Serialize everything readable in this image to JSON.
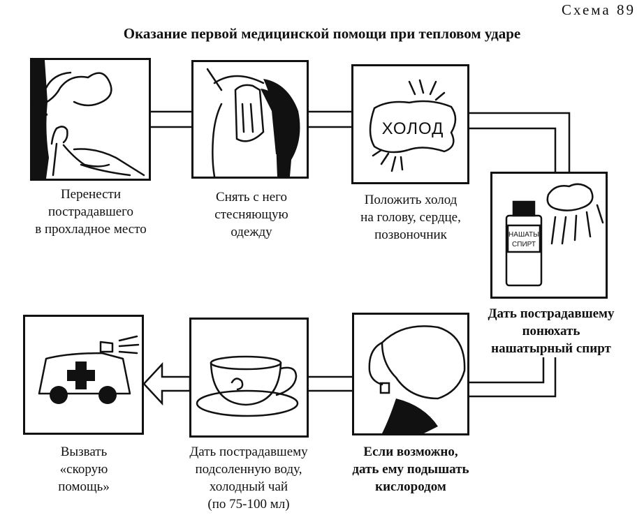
{
  "scheme_number": "Схема 89",
  "title": "Оказание первой медицинской помощи при тепловом ударе",
  "steps": [
    {
      "icon": "person-resting-under-tree-icon",
      "caption": "Перенести\nпострадавшего\nв прохладное место"
    },
    {
      "icon": "removing-clothes-icon",
      "caption": "Снять с него\nстесняющую\nодежду"
    },
    {
      "icon": "cold-pack-icon",
      "label": "ХОЛОД",
      "caption": "Положить холод\nна голову, сердце,\nпозвоночник"
    },
    {
      "icon": "ammonia-bottle-icon",
      "label": "НАШАТЫ\nСПИРТ",
      "caption": "Дать пострадавшему\nпонюхать\nнашатырный спирт"
    },
    {
      "icon": "oxygen-bag-icon",
      "caption": "Если возможно,\nдать ему подышать\nкислородом"
    },
    {
      "icon": "tea-cup-icon",
      "caption": "Дать пострадавшему\nподсоленную воду,\nхолодный чай\n(по 75-100 мл)"
    },
    {
      "icon": "ambulance-icon",
      "caption": "Вызвать\n«скорую\nпомощь»"
    }
  ]
}
